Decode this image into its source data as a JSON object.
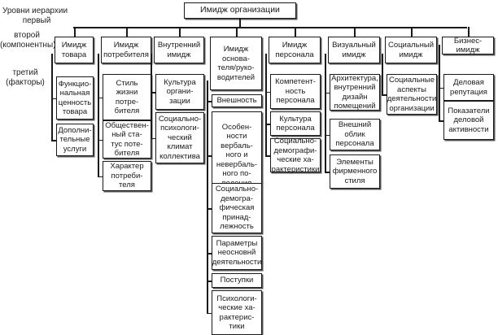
{
  "levels": {
    "title": "Уровни иерархии",
    "first": "первый",
    "second": "второй\n(компонентны)",
    "third": "третий\n(факторы)"
  },
  "root": "Имидж организации",
  "components": [
    {
      "label": "Имидж\nтовара",
      "factors": [
        "Функцио-\nнальная\nценность\nтовара",
        "Дополни-\nтельные\nуслуги"
      ]
    },
    {
      "label": "Имидж\nпотребителя",
      "factors": [
        "Стиль\nжизни\nпотре-\nбителя",
        "Обществен-\nный ста-\nтус поте-\nбителя",
        "Характер\nпотреби-\nтеля"
      ]
    },
    {
      "label": "Внутренний\nимидж",
      "factors": [
        "Культура\nоргани-\nзации",
        "Социально-\nпсихологи-\nческий\nклимат\nколлектива"
      ]
    },
    {
      "label": "Имидж\nоснова-\nтеля/руко-\nводителей",
      "factors": [
        "Внешность",
        "Особен-\nности\nвербаль-\nного и\nневербаль-\nного по-\nведения",
        "Социально-\nдемогра-\nфическая\nпринад-\nлежность",
        "Параметры\nнеосновнй\nдеятельности",
        "Поступки",
        "Психологи-\nческие ха-\nрактерис-\nтики"
      ]
    },
    {
      "label": "Имидж\nперсонала",
      "factors": [
        "Компетент-\nность\nперсонала",
        "Культура\nперсонала",
        "Социально-\nдемографи-\nческие ха-\nрактеристики"
      ]
    },
    {
      "label": "Визуальный\nимидж",
      "factors": [
        "Архитектура,\nвнутренний\nдизайн\nпомещений",
        "Внешний\nоблик\nперсонала",
        "Элементы\nфирменного\nстиля"
      ]
    },
    {
      "label": "Социальный\nимидж",
      "factors": [
        "Социальные\nаспекты\nдеятельности\nорганизации"
      ]
    },
    {
      "label": "Бизнес-имидж",
      "factors": [
        "Деловая\nрепутация",
        "Показатели\nделовой\nактивности"
      ]
    }
  ]
}
